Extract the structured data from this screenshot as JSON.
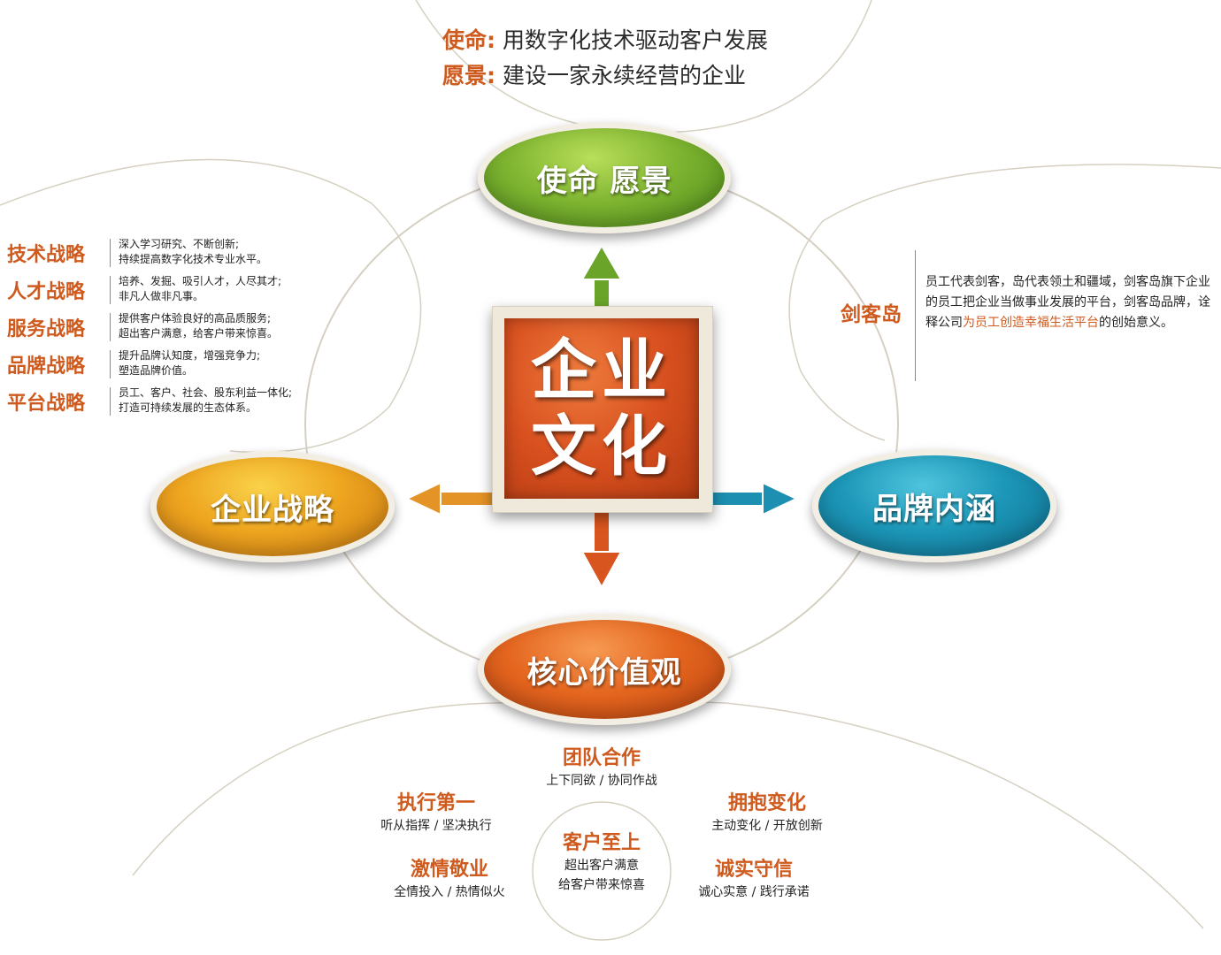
{
  "mission": {
    "label": "使命:",
    "text": "用数字化技术驱动客户发展"
  },
  "vision": {
    "label": "愿景:",
    "text": "建设一家永续经营的企业"
  },
  "center": {
    "line1": "企业",
    "line2": "文化"
  },
  "nodes": {
    "mission_vision": "使命 愿景",
    "strategy": "企业战略",
    "brand": "品牌内涵",
    "core_values": "核心价值观"
  },
  "strategies": [
    {
      "name": "技术战略",
      "line1": "深入学习研究、不断创新;",
      "line2": "持续提高数字化技术专业水平。"
    },
    {
      "name": "人才战略",
      "line1": "培养、发掘、吸引人才，人尽其才;",
      "line2": "非凡人做非凡事。"
    },
    {
      "name": "服务战略",
      "line1": "提供客户体验良好的高品质服务;",
      "line2": "超出客户满意，给客户带来惊喜。"
    },
    {
      "name": "品牌战略",
      "line1": "提升品牌认知度，增强竞争力;",
      "line2": "塑造品牌价值。"
    },
    {
      "name": "平台战略",
      "line1": "员工、客户、社会、股东利益一体化;",
      "line2": "打造可持续发展的生态体系。"
    }
  ],
  "brand": {
    "title": "剑客岛",
    "desc_before": "员工代表剑客，岛代表领土和疆域，剑客岛旗下企业的员工把企业当做事业发展的平台，剑客岛品牌，诠释公司",
    "desc_highlight": "为员工创造幸福生活平台",
    "desc_after": "的创始意义。"
  },
  "values": [
    {
      "title": "团队合作",
      "sub": "上下同欲 / 协同作战"
    },
    {
      "title": "执行第一",
      "sub": "听从指挥 / 坚决执行"
    },
    {
      "title": "拥抱变化",
      "sub": "主动变化 / 开放创新"
    },
    {
      "title": "客户至上",
      "sub": "超出客户满意",
      "sub2": "给客户带来惊喜"
    },
    {
      "title": "激情敬业",
      "sub": "全情投入 / 热情似火"
    },
    {
      "title": "诚实守信",
      "sub": "诚心实意 / 践行承诺"
    }
  ],
  "colors": {
    "accent_text": "#cf5a1e",
    "mission_green": "#7fb531",
    "strategy_orange": "#eea51f",
    "brand_blue": "#1d97b8",
    "core_orange_red": "#e4661f",
    "center_red": "#d8501f",
    "frame_cream": "#efe9db"
  }
}
